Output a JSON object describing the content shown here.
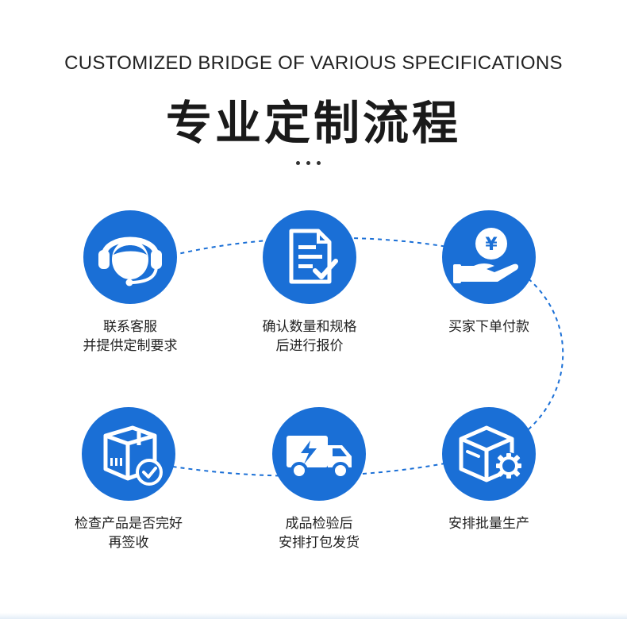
{
  "header": {
    "subtitle": "CUSTOMIZED BRIDGE OF VARIOUS SPECIFICATIONS",
    "title": "专业定制流程"
  },
  "colors": {
    "accent": "#1a6fd6",
    "text": "#222222"
  },
  "steps": [
    {
      "icon": "headset-agent-icon",
      "line1": "联系客服",
      "line2": "并提供定制要求"
    },
    {
      "icon": "document-check-icon",
      "line1": "确认数量和规格",
      "line2": "后进行报价"
    },
    {
      "icon": "yuan-coin-hand-icon",
      "line1": "买家下单付款",
      "line2": ""
    },
    {
      "icon": "package-check-icon",
      "line1": "检查产品是否完好",
      "line2": "再签收"
    },
    {
      "icon": "delivery-truck-icon",
      "line1": "成品检验后",
      "line2": "安排打包发货"
    },
    {
      "icon": "box-gear-icon",
      "line1": "安排批量生产",
      "line2": ""
    }
  ]
}
